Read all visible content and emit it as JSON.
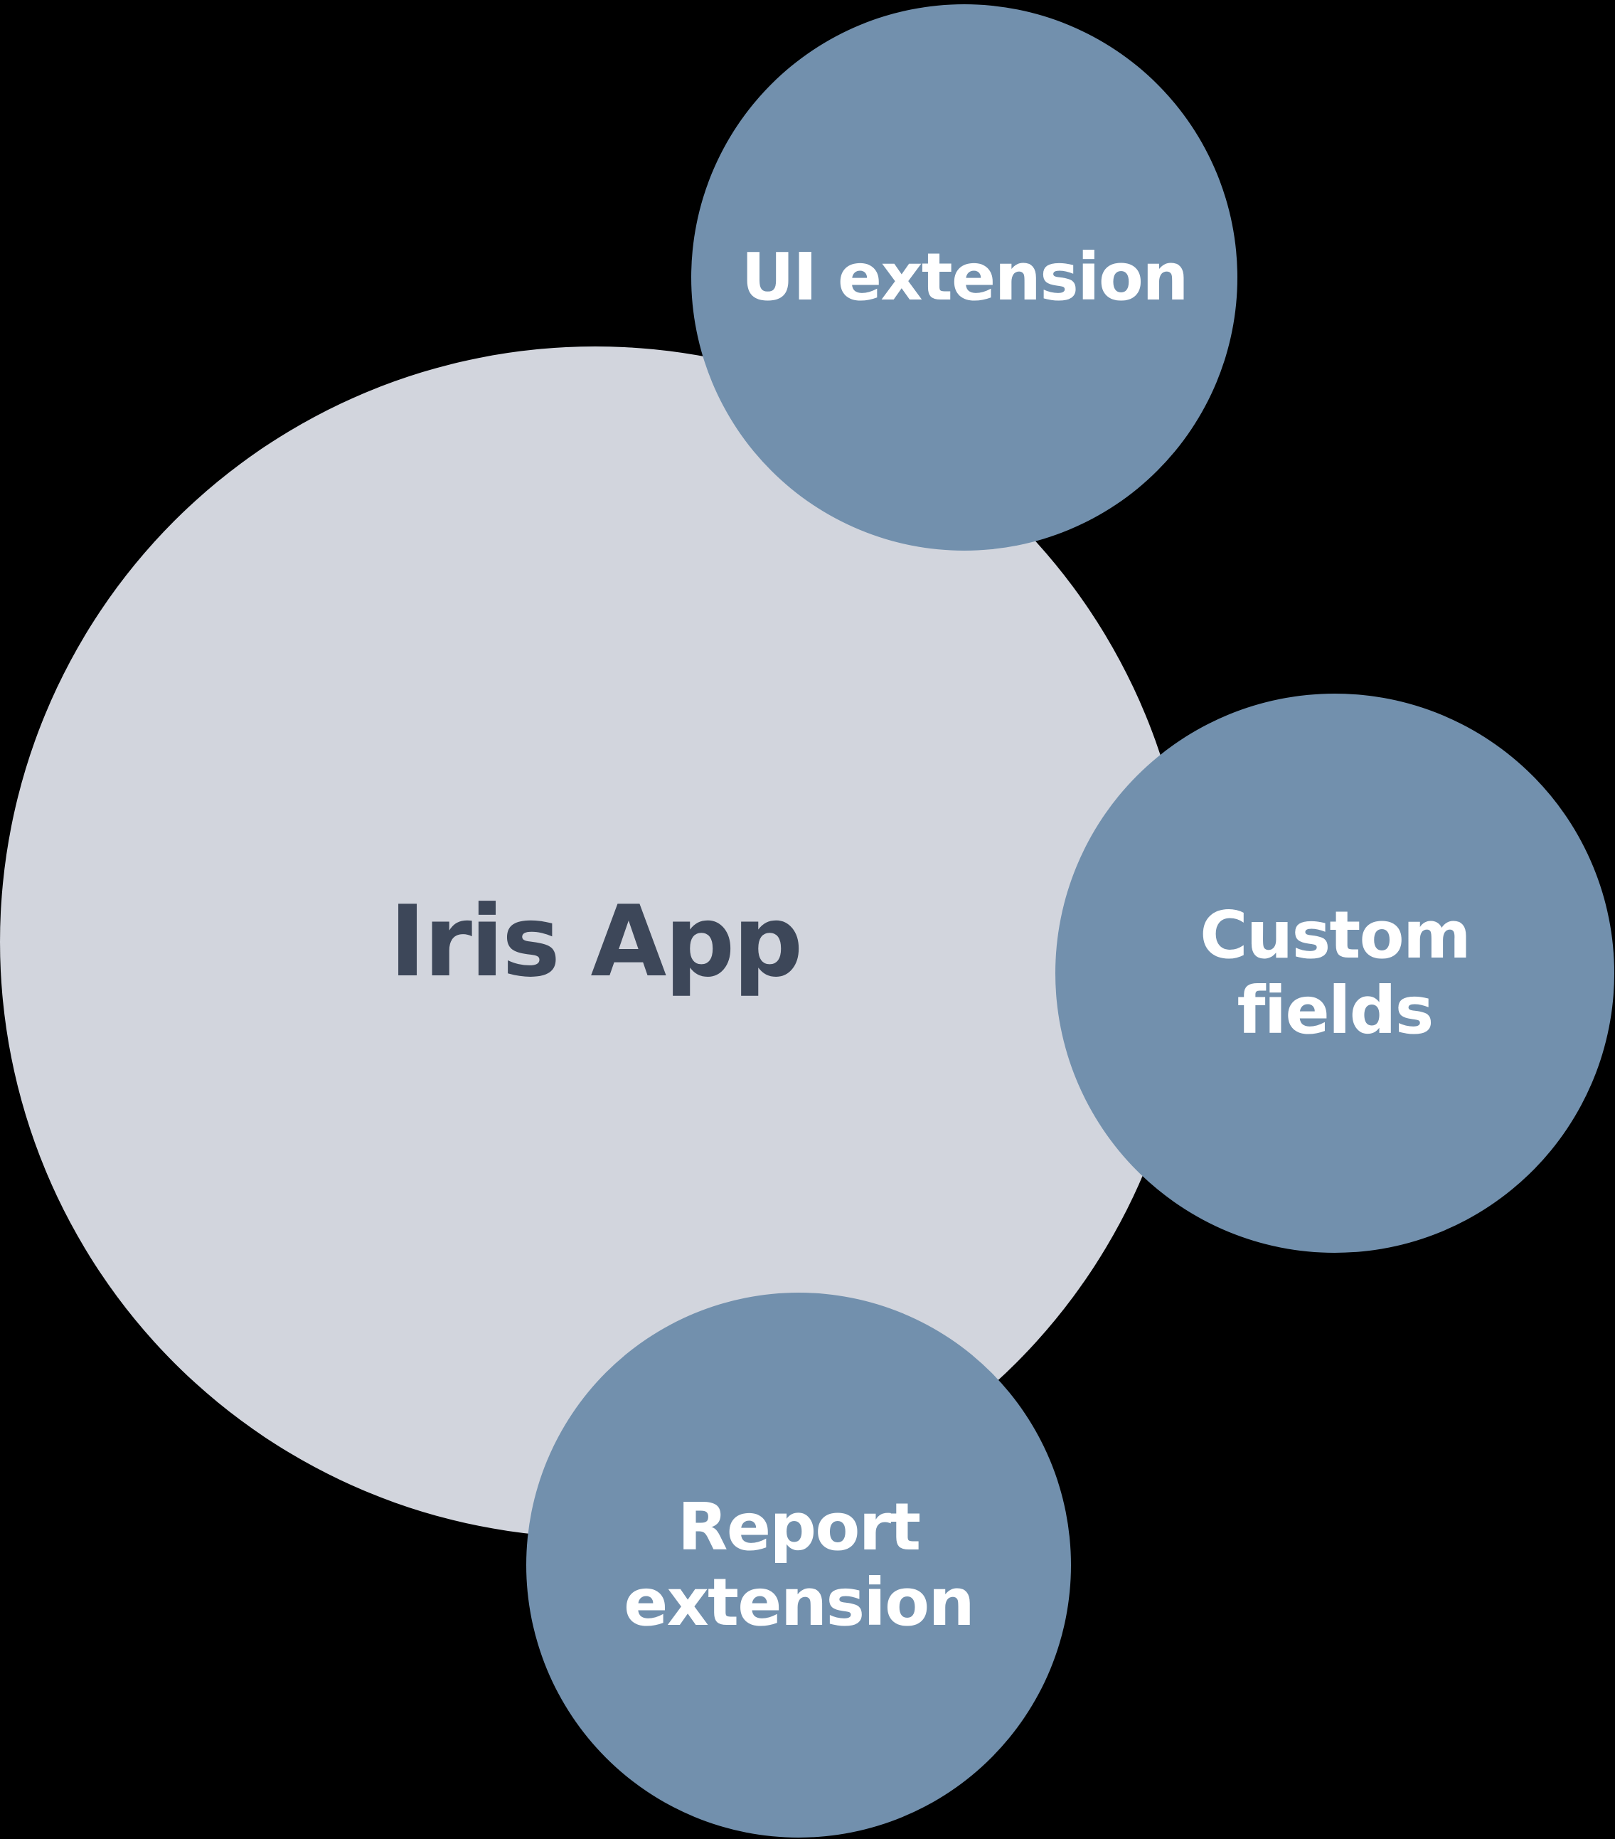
{
  "diagram": {
    "background_color": "#000000",
    "accent_blue": "#7290ad",
    "light_gray": "#d2d5dd",
    "dark_text": "#3d4759",
    "white_text": "#ffffff",
    "main_circle": {
      "label": "Iris App",
      "fill": "#d2d5dd",
      "text_color": "#3d4759"
    },
    "satellites": [
      {
        "id": "ui-extension",
        "label": "UI extension",
        "fill": "#7290ad",
        "text_color": "#ffffff"
      },
      {
        "id": "custom-fields",
        "label": "Custom fields",
        "fill": "#7290ad",
        "text_color": "#ffffff"
      },
      {
        "id": "report-extension",
        "label": "Report extension",
        "fill": "#7290ad",
        "text_color": "#ffffff"
      }
    ]
  }
}
